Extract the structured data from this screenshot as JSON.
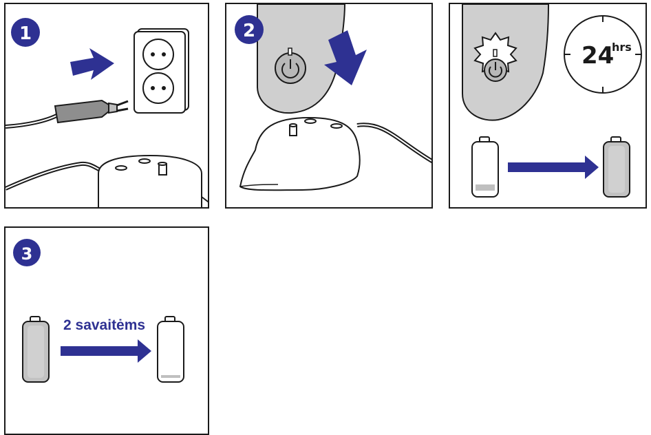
{
  "colors": {
    "badge": "#2e3192",
    "arrow": "#2e3192",
    "shaver": "#cfcfcf",
    "battery_full": "#c2c2c2",
    "battery_low": "#bfbfbf",
    "outline": "#1a1a1a"
  },
  "panels": [
    {
      "step": "1",
      "icons": [
        "plug-icon",
        "wall-socket-icon",
        "arrow-right-icon",
        "charging-stand-icon"
      ]
    },
    {
      "step": "2",
      "icons": [
        "shaver-icon",
        "power-button-icon",
        "arrow-down-icon",
        "charging-stand-icon"
      ]
    },
    {
      "step": "",
      "icons": [
        "shaver-icon",
        "blinking-power-icon",
        "clock-icon",
        "battery-empty-icon",
        "arrow-right-icon",
        "battery-full-icon"
      ],
      "clock": {
        "number": "24",
        "unit": "hrs"
      }
    },
    {
      "step": "3",
      "icons": [
        "battery-full-icon",
        "arrow-right-icon",
        "battery-empty-icon"
      ],
      "caption": "2 savaitėms"
    }
  ]
}
